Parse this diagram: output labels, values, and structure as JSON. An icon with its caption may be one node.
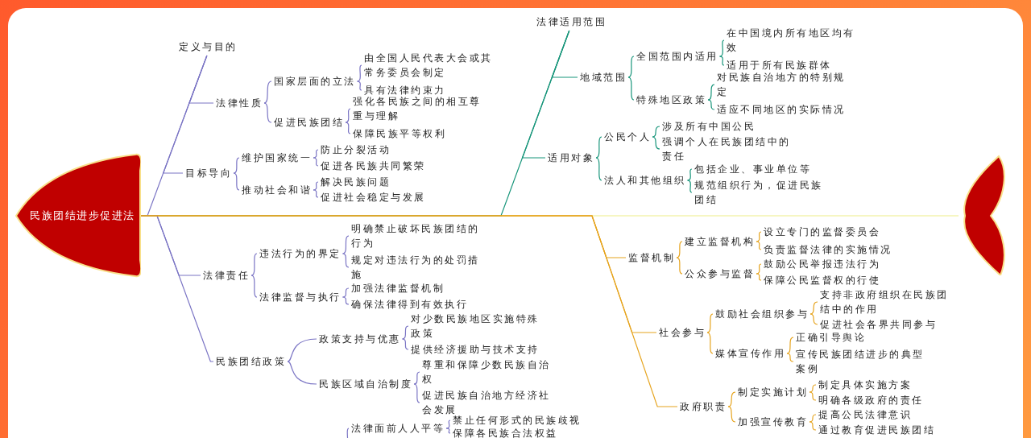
{
  "diagram": {
    "nodes": [
      {
        "text": [
          "民族团结进步促进法"
        ]
      },
      {
        "text": [],
        "shape": "tail"
      },
      {
        "text": [
          "定义与目的"
        ]
      },
      {
        "text": [
          "法律性质"
        ]
      },
      {
        "text": [
          "国家层面的立法"
        ]
      },
      {
        "text": [
          "由全国人民代表大会或其常务委员会制定"
        ]
      },
      {
        "text": [
          "具有法律约束力"
        ]
      },
      {
        "text": [
          "促进民族团结"
        ]
      },
      {
        "text": [
          "强化各民族之间的相互尊重与理解"
        ]
      },
      {
        "text": [
          "保障民族平等权利"
        ]
      },
      {
        "text": [
          "目标导向"
        ]
      },
      {
        "text": [
          "维护国家统一"
        ]
      },
      {
        "text": [
          "防止分裂活动"
        ]
      },
      {
        "text": [
          "促进各民族共同繁荣"
        ]
      },
      {
        "text": [
          "推动社会和谐"
        ]
      },
      {
        "text": [
          "解决民族问题"
        ]
      },
      {
        "text": [
          "促进社会稳定与发展"
        ]
      },
      {
        "text": [
          "法律适用范围"
        ]
      },
      {
        "text": [
          "地域范围"
        ]
      },
      {
        "text": [
          "全国范围内适用"
        ]
      },
      {
        "text": [
          "在中国境内所有地区均有效"
        ]
      },
      {
        "text": [
          "适用于所有民族群体"
        ]
      },
      {
        "text": [
          "特殊地区政策"
        ]
      },
      {
        "text": [
          "对民族自治地方的特别规定"
        ]
      },
      {
        "text": [
          "适应不同地区的实际情况"
        ]
      },
      {
        "text": [
          "适用对象"
        ]
      },
      {
        "text": [
          "公民个人"
        ]
      },
      {
        "text": [
          "涉及所有中国公民"
        ]
      },
      {
        "text": [
          "强调个人在民族团结中的责任"
        ]
      },
      {
        "text": [
          "法人和其他组织"
        ]
      },
      {
        "text": [
          "包括企业、事业单位等"
        ]
      },
      {
        "text": [
          "规范组织行为，促进民族团结"
        ]
      },
      {
        "text": [
          "法律责任"
        ]
      },
      {
        "text": [
          "违法行为的界定"
        ]
      },
      {
        "text": [
          "明确禁止破坏民族团结的行为"
        ]
      },
      {
        "text": [
          "规定对违法行为的处罚措施"
        ]
      },
      {
        "text": [
          "法律监督与执行"
        ]
      },
      {
        "text": [
          "加强法律监督机制"
        ]
      },
      {
        "text": [
          "确保法律得到有效执行"
        ]
      },
      {
        "text": [
          "民族团结政策"
        ]
      },
      {
        "text": [
          "政策支持与优惠"
        ]
      },
      {
        "text": [
          "对少数民族地区实施特殊政策"
        ]
      },
      {
        "text": [
          "提供经济援助与技术支持"
        ]
      },
      {
        "text": [
          "民族区域自治制度"
        ]
      },
      {
        "text": [
          "尊重和保障少数民族自治权"
        ]
      },
      {
        "text": [
          "促进民族自治地方经济社会发展"
        ]
      },
      {
        "text": [
          "法律面前人人平等"
        ]
      },
      {
        "text": [
          "禁止任何形式的民族歧视"
        ]
      },
      {
        "text": [
          "保障各民族合法权益"
        ]
      },
      {
        "text": [
          "监督机制"
        ]
      },
      {
        "text": [
          "建立监督机构"
        ]
      },
      {
        "text": [
          "设立专门的监督委员会"
        ]
      },
      {
        "text": [
          "负责监督法律的实施情况"
        ]
      },
      {
        "text": [
          "公众参与监督"
        ]
      },
      {
        "text": [
          "鼓励公民举报违法行为"
        ]
      },
      {
        "text": [
          "保障公民监督权的行使"
        ]
      },
      {
        "text": [
          "社会参与"
        ]
      },
      {
        "text": [
          "鼓励社会组织参与"
        ]
      },
      {
        "text": [
          "支持非政府组织在民族团结中的作用"
        ]
      },
      {
        "text": [
          "促进社会各界共同参与"
        ]
      },
      {
        "text": [
          "媒体宣传作用"
        ]
      },
      {
        "text": [
          "正确引导舆论"
        ]
      },
      {
        "text": [
          "宣传民族团结进步的典型案例"
        ]
      },
      {
        "text": [
          "政府职责"
        ]
      },
      {
        "text": [
          "制定实施计划"
        ]
      },
      {
        "text": [
          "制定具体实施方案"
        ]
      },
      {
        "text": [
          "明确各级政府的责任"
        ]
      },
      {
        "text": [
          "加强宣传教育"
        ]
      },
      {
        "text": [
          "提高公民法律意识"
        ]
      },
      {
        "text": [
          "通过教育促进民族团结"
        ]
      }
    ],
    "edges": [
      {
        "from": 0,
        "to": 1,
        "arrow": "none",
        "color": "#eeee88"
      },
      {
        "from": 0,
        "to": 2,
        "arrow": "none"
      },
      {
        "from": 2,
        "to": 3,
        "arrow": "none"
      },
      {
        "from": 3,
        "to": 4,
        "arrow": "none"
      },
      {
        "from": 4,
        "to": 5,
        "arrow": "none"
      },
      {
        "from": 4,
        "to": 6,
        "arrow": "none"
      },
      {
        "from": 3,
        "to": 7,
        "arrow": "none"
      },
      {
        "from": 7,
        "to": 8,
        "arrow": "none"
      },
      {
        "from": 7,
        "to": 9,
        "arrow": "none"
      },
      {
        "from": 2,
        "to": 10,
        "arrow": "none"
      },
      {
        "from": 10,
        "to": 11,
        "arrow": "none"
      },
      {
        "from": 11,
        "to": 12,
        "arrow": "none"
      },
      {
        "from": 11,
        "to": 13,
        "arrow": "none"
      },
      {
        "from": 10,
        "to": 14,
        "arrow": "none"
      },
      {
        "from": 14,
        "to": 15,
        "arrow": "none"
      },
      {
        "from": 14,
        "to": 16,
        "arrow": "none"
      },
      {
        "from": 0,
        "to": 17,
        "arrow": "none",
        "color": "#17957a"
      },
      {
        "from": 17,
        "to": 18,
        "arrow": "none",
        "color": "#17957a"
      },
      {
        "from": 18,
        "to": 19,
        "arrow": "none",
        "color": "#17957a"
      },
      {
        "from": 19,
        "to": 20,
        "arrow": "none",
        "color": "#17957a"
      },
      {
        "from": 19,
        "to": 21,
        "arrow": "none",
        "color": "#17957a"
      },
      {
        "from": 18,
        "to": 22,
        "arrow": "none",
        "color": "#17957a"
      },
      {
        "from": 22,
        "to": 23,
        "arrow": "none",
        "color": "#17957a"
      },
      {
        "from": 22,
        "to": 24,
        "arrow": "none",
        "color": "#17957a"
      },
      {
        "from": 17,
        "to": 25,
        "arrow": "none",
        "color": "#17957a"
      },
      {
        "from": 25,
        "to": 26,
        "arrow": "none",
        "color": "#17957a"
      },
      {
        "from": 26,
        "to": 27,
        "arrow": "none",
        "color": "#17957a"
      },
      {
        "from": 26,
        "to": 28,
        "arrow": "none",
        "color": "#17957a"
      },
      {
        "from": 25,
        "to": 29,
        "arrow": "none",
        "color": "#17957a"
      },
      {
        "from": 29,
        "to": 30,
        "arrow": "none",
        "color": "#17957a"
      },
      {
        "from": 29,
        "to": 31,
        "arrow": "none",
        "color": "#17957a"
      },
      {
        "from": 0,
        "to": 32,
        "arrow": "none"
      },
      {
        "from": 32,
        "to": 33,
        "arrow": "none"
      },
      {
        "from": 33,
        "to": 34,
        "arrow": "none"
      },
      {
        "from": 33,
        "to": 35,
        "arrow": "none"
      },
      {
        "from": 32,
        "to": 36,
        "arrow": "none"
      },
      {
        "from": 36,
        "to": 37,
        "arrow": "none"
      },
      {
        "from": 36,
        "to": 38,
        "arrow": "none"
      },
      {
        "from": 0,
        "to": 39,
        "arrow": "none"
      },
      {
        "from": 39,
        "to": 40,
        "arrow": "none"
      },
      {
        "from": 40,
        "to": 41,
        "arrow": "none"
      },
      {
        "from": 40,
        "to": 42,
        "arrow": "none"
      },
      {
        "from": 39,
        "to": 43,
        "arrow": "none"
      },
      {
        "from": 43,
        "to": 44,
        "arrow": "none"
      },
      {
        "from": 43,
        "to": 45,
        "arrow": "none"
      },
      {
        "from": null,
        "to": 46,
        "arrow": "none"
      },
      {
        "from": 46,
        "to": 47,
        "arrow": "none"
      },
      {
        "from": 46,
        "to": 48,
        "arrow": "none"
      },
      {
        "from": 0,
        "to": 49,
        "arrow": "none",
        "color": "#e6a41e"
      },
      {
        "from": 49,
        "to": 50,
        "arrow": "none",
        "color": "#e6a41e"
      },
      {
        "from": 50,
        "to": 51,
        "arrow": "none",
        "color": "#e6a41e"
      },
      {
        "from": 50,
        "to": 52,
        "arrow": "none",
        "color": "#e6a41e"
      },
      {
        "from": 49,
        "to": 53,
        "arrow": "none",
        "color": "#e6a41e"
      },
      {
        "from": 53,
        "to": 54,
        "arrow": "none",
        "color": "#e6a41e"
      },
      {
        "from": 53,
        "to": 55,
        "arrow": "none",
        "color": "#e6a41e"
      },
      {
        "from": 0,
        "to": 56,
        "arrow": "none",
        "color": "#e6a41e"
      },
      {
        "from": 56,
        "to": 57,
        "arrow": "none",
        "color": "#e6a41e"
      },
      {
        "from": 57,
        "to": 58,
        "arrow": "none",
        "color": "#e6a41e"
      },
      {
        "from": 57,
        "to": 59,
        "arrow": "none",
        "color": "#e6a41e"
      },
      {
        "from": 56,
        "to": 60,
        "arrow": "none",
        "color": "#e6a41e"
      },
      {
        "from": 60,
        "to": 61,
        "arrow": "none",
        "color": "#e6a41e"
      },
      {
        "from": 60,
        "to": 62,
        "arrow": "none",
        "color": "#e6a41e"
      },
      {
        "from": 0,
        "to": 63,
        "arrow": "none",
        "color": "#e6a41e"
      },
      {
        "from": 63,
        "to": 64,
        "arrow": "none",
        "color": "#e6a41e"
      },
      {
        "from": 64,
        "to": 65,
        "arrow": "none",
        "color": "#e6a41e"
      },
      {
        "from": 64,
        "to": 66,
        "arrow": "none",
        "color": "#e6a41e"
      },
      {
        "from": 63,
        "to": 67,
        "arrow": "none",
        "color": "#e6a41e"
      },
      {
        "from": 67,
        "to": 68,
        "arrow": "none",
        "color": "#e6a41e"
      },
      {
        "from": 67,
        "to": 69,
        "arrow": "none",
        "color": "#e6a41e"
      }
    ]
  }
}
